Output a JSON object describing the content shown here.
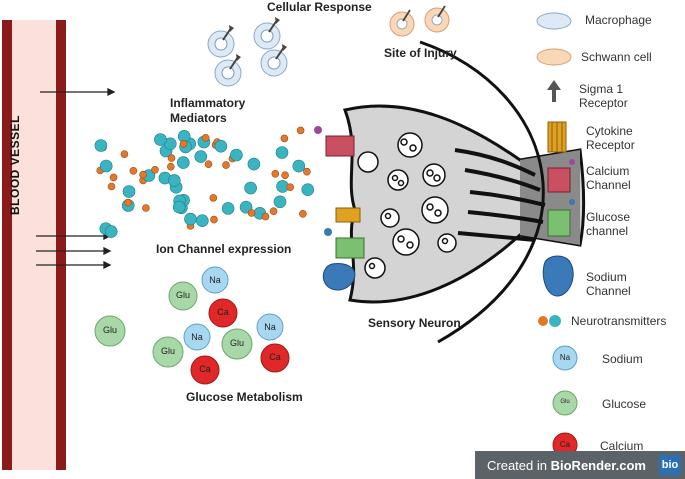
{
  "labels": {
    "blood_vessel": "BLOOD VESSEL",
    "cellular_response": "Cellular Response",
    "site_of_injury": "Site of Injury",
    "inflammatory_mediators": [
      "Inflammatory",
      "Mediators"
    ],
    "ion_channel_expression": "Ion Channel expression",
    "glucose_metabolism": "Glucose Metabolism",
    "sensory_neuron": "Sensory Neuron"
  },
  "molecules": {
    "na": "Na",
    "ca": "Ca",
    "glu": "Glu"
  },
  "legend": {
    "macrophage": "Macrophage",
    "schwann_cell": "Schwann cell",
    "sigma1_receptor": [
      "Sigma 1",
      "Receptor"
    ],
    "cytokine_receptor": [
      "Cytokine",
      "Receptor"
    ],
    "calcium_channel": [
      "Calcium",
      "Channel"
    ],
    "glucose_channel": [
      "Glucose",
      "channel"
    ],
    "sodium_channel": [
      "Sodium",
      "Channel"
    ],
    "neurotransmitters": "Neurotransmitters",
    "sodium": "Sodium",
    "glucose": "Glucose",
    "calcium": "Calcium"
  },
  "badge": {
    "created_in": "Created in",
    "brand": "BioRender.com",
    "logo": "bio"
  },
  "colors": {
    "vessel_wall": "#8b1a1a",
    "vessel_lumen": "#fbe0dc",
    "sodium_fill": "#a8d8f0",
    "glucose_fill": "#a8d8a8",
    "calcium_fill": "#e02828",
    "ion_teal": "#3bb4c1",
    "ion_orange": "#e07a2a",
    "neuron_gray": "#d4d4d4"
  }
}
